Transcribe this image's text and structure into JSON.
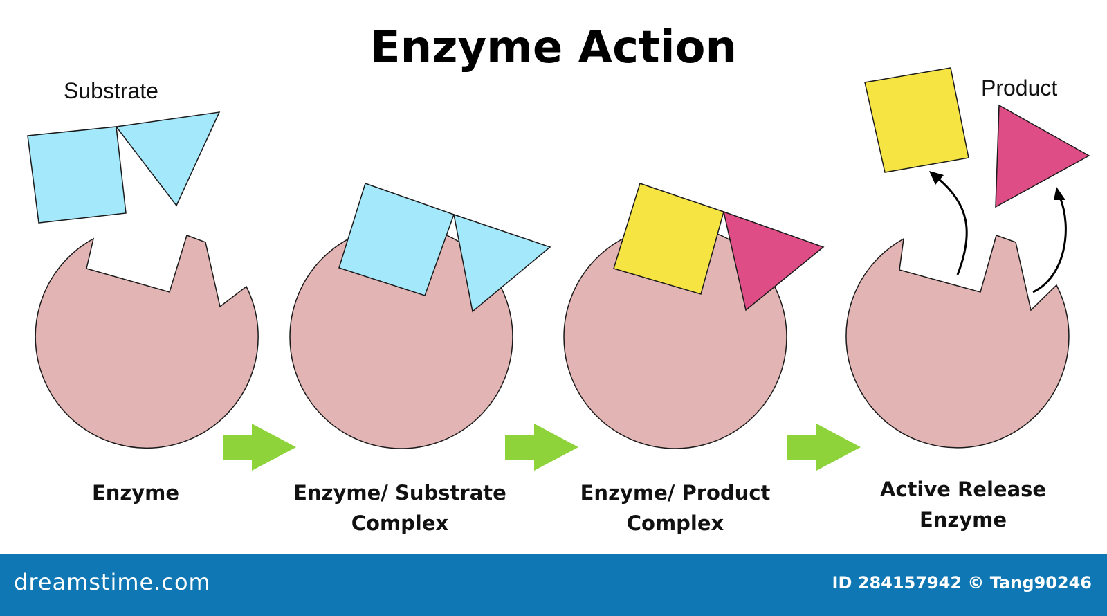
{
  "title": "Enzyme Action",
  "labels": {
    "substrate": "Substrate",
    "product": "Product"
  },
  "stages": [
    {
      "line1": "Enzyme",
      "line2": ""
    },
    {
      "line1": "Enzyme/ Substrate",
      "line2": "Complex"
    },
    {
      "line1": "Enzyme/ Product",
      "line2": "Complex"
    },
    {
      "line1": "Active Release",
      "line2": "Enzyme"
    }
  ],
  "footer": {
    "brand": "dreamstime.com",
    "credit": "ID 284157942 © Tang90246"
  },
  "colors": {
    "enzyme": "#e3b4b4",
    "substrate": "#a4e8fb",
    "product_square": "#f6e443",
    "product_triangle": "#de4d86",
    "flow_arrow": "#8fd33a",
    "footer_bar": "#0f78b4"
  }
}
